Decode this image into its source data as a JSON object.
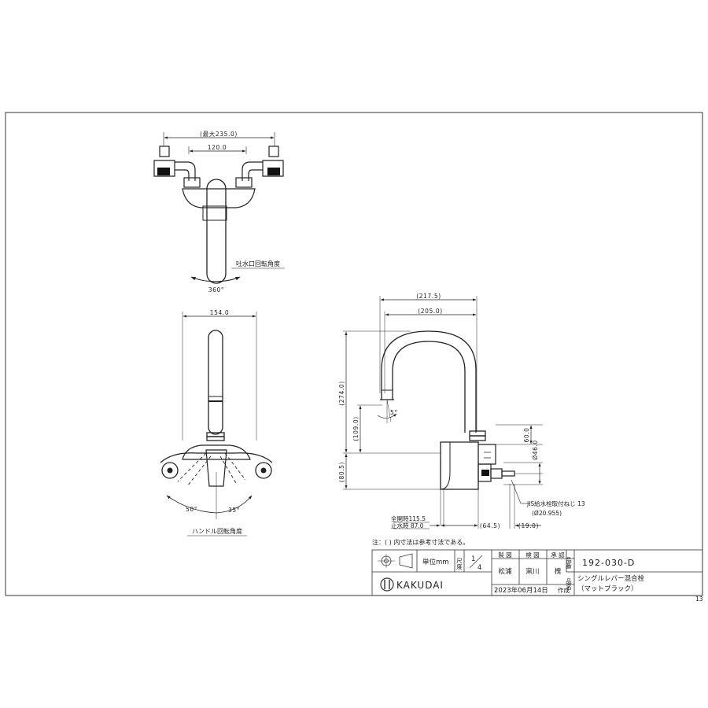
{
  "top_view": {
    "dims": {
      "overall": "(最大235.0)",
      "center": "120.0"
    },
    "rotation_label": "吐水口回転角度",
    "rotation_angle": "360°"
  },
  "front_view": {
    "dims": {
      "width": "154.0"
    },
    "handle_label": "ハンドル回転角度",
    "angle_left": "50°",
    "angle_right": "35°"
  },
  "side_view": {
    "dims": {
      "reach_outer": "(217.5)",
      "reach_inner": "(205.0)",
      "height_total": "(274.0)",
      "height_spout": "(109.0)",
      "height_body": "(80.5)",
      "tilt": "5°",
      "d60": "60.0",
      "d46": "Ø46.0",
      "max_open": "全開時115.5",
      "closed": "止水時 87.0",
      "d64": "(64.5)",
      "d19": "(19.0)"
    },
    "thread_label": "JIS給水栓取付ねじ 13",
    "thread_size": "(Ø20.955)"
  },
  "note": "注：(  ) 内寸法は参考寸法である。",
  "title_block": {
    "unit": "単位mm",
    "scale_label": "尺度",
    "scale_num": "1",
    "scale_den": "4",
    "headers": [
      "製 図",
      "検 図",
      "承 認"
    ],
    "names": [
      "松浦",
      "窯川",
      "槐"
    ],
    "date": "2023年06月14日",
    "date_suffix": "作成",
    "hinban_label": "品番",
    "hinmei_label": "品名",
    "part_number": "192-030-D",
    "product_name": "シングルレバー混合栓",
    "product_sub": "（マットブラック）",
    "brand": "KAKUDAI"
  },
  "corner_mark": "13"
}
